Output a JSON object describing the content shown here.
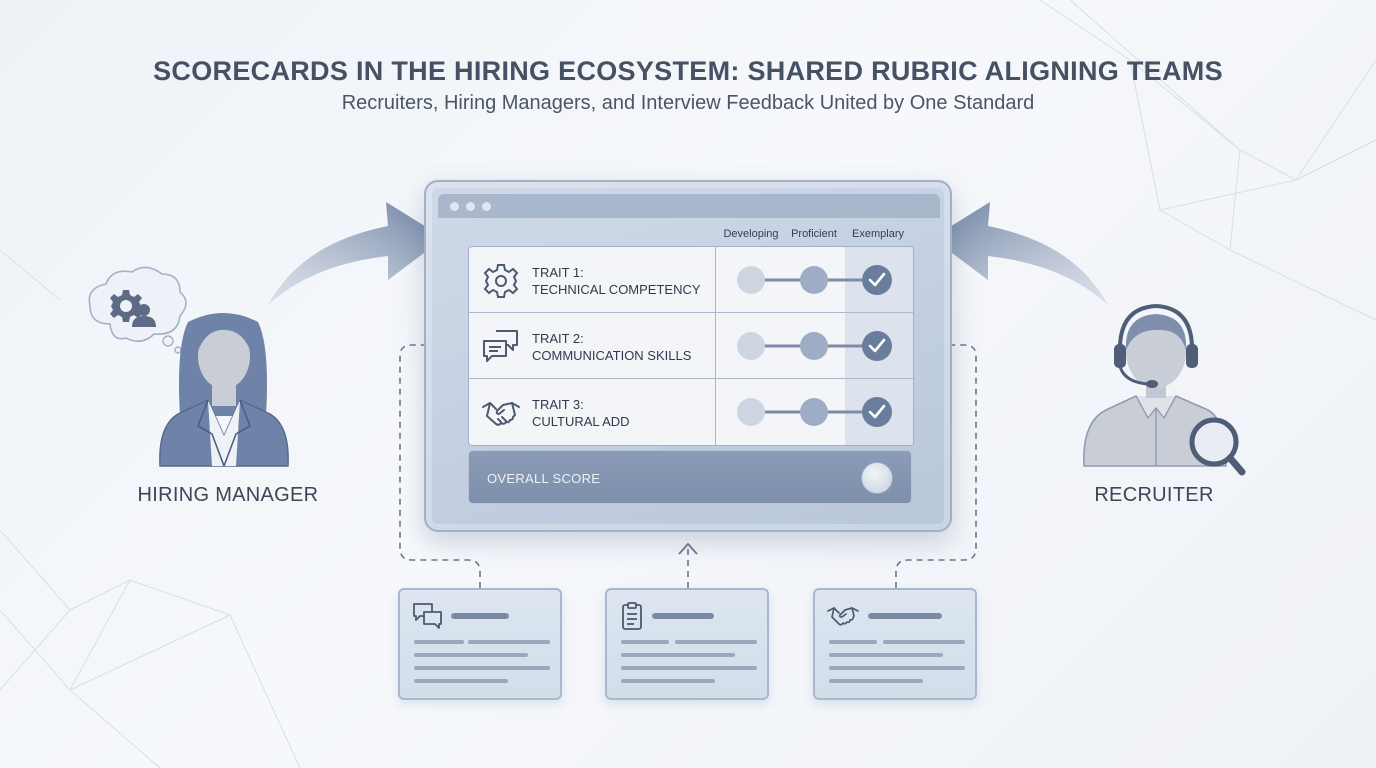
{
  "header": {
    "title": "SCORECARDS IN THE HIRING ECOSYSTEM: SHARED RUBRIC ALIGNING TEAMS",
    "subtitle": "Recruiters, Hiring Managers, and Interview Feedback United by One Standard"
  },
  "scorecard": {
    "columns": [
      "Developing",
      "Proficient",
      "Exemplary"
    ],
    "traits": [
      {
        "number": "TRAIT 1:",
        "name": "TECHNICAL COMPETENCY",
        "icon": "gear-icon",
        "rating": "Exemplary"
      },
      {
        "number": "TRAIT 2:",
        "name": "COMMUNICATION SKILLS",
        "icon": "chat-icon",
        "rating": "Exemplary"
      },
      {
        "number": "TRAIT 3:",
        "name": "CULTURAL ADD",
        "icon": "handshake-icon",
        "rating": "Exemplary"
      }
    ],
    "overall_label": "OVERALL SCORE"
  },
  "roles": {
    "left": "HIRING MANAGER",
    "right": "RECRUITER"
  },
  "feedback_cards": [
    {
      "icon": "chat-icon"
    },
    {
      "icon": "clipboard-icon"
    },
    {
      "icon": "handshake-icon"
    }
  ],
  "colors": {
    "accent": "#7b8cab",
    "dark_accent": "#5f7193",
    "window_bg": "#c5d1e2",
    "person_blue": "#6f82a8",
    "person_gray": "#c9ced6"
  }
}
